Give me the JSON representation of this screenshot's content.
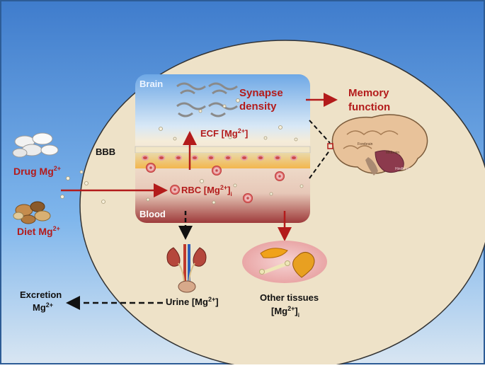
{
  "labels": {
    "brain": "Brain",
    "blood": "Blood",
    "synapse": "Synapse",
    "density": "density",
    "memory": "Memory",
    "function": "function",
    "ecf": "ECF [Mg",
    "ecf_sup": "2+",
    "ecf_close": "]",
    "bbb": "BBB",
    "rbc": "RBC [Mg",
    "rbc_sup": "2+",
    "rbc_close": "]",
    "rbc_sub": "i",
    "drug": "Drug Mg",
    "drug_sup": "2+",
    "diet": "Diet Mg",
    "diet_sup": "2+",
    "urine": "Urine [Mg",
    "urine_sup": "2+",
    "urine_close": "]",
    "excretion": "Excretion",
    "excretion_mg": "Mg",
    "excretion_sup": "2+",
    "other_tissues": "Other tissues",
    "other_mg": "[Mg",
    "other_sup": "2+",
    "other_close": "]",
    "other_sub": "i",
    "brain_forebrain": "Forebrain",
    "brain_midbrain": "Midbrain",
    "brain_hindbrain": "Hindbrain"
  },
  "colors": {
    "accent_red": "#b31b1b",
    "background_top": "#4a86cf",
    "oval_fill": "#eee2c8"
  },
  "icons": [
    "pill-icon",
    "nuts-icon",
    "brain-icon",
    "kidney-icon",
    "muscle-icon",
    "bone-icon",
    "heart-icon",
    "synapse-icon",
    "rbc-icon"
  ]
}
